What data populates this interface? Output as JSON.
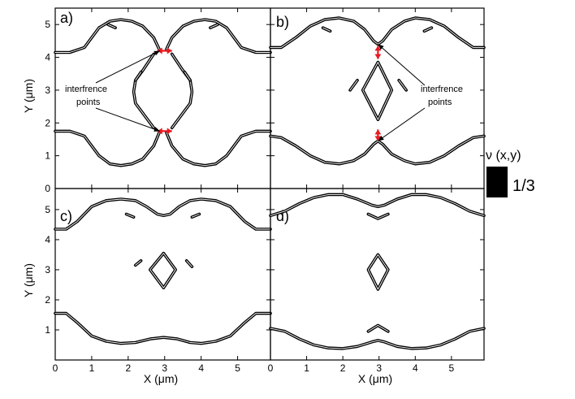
{
  "chart_data": [
    {
      "panel": "a)",
      "type": "line",
      "xlabel": "",
      "ylabel": "Y (μm)",
      "xlim": [
        0,
        5.9
      ],
      "ylim": [
        0,
        5.5
      ],
      "xticks": [
        0,
        1,
        2,
        3,
        4,
        5
      ],
      "yticks": [
        0,
        1,
        2,
        3,
        4,
        5
      ],
      "annotation": {
        "text_lines": [
          "interfrence",
          "points"
        ],
        "targets": [
          [
            2.87,
            4.2
          ],
          [
            2.87,
            1.75
          ]
        ]
      },
      "markers": [
        {
          "x": [
            2.8,
            3.2
          ],
          "y": [
            4.2,
            4.2
          ]
        },
        {
          "x": [
            2.8,
            3.2
          ],
          "y": [
            1.75,
            1.75
          ]
        }
      ],
      "series": [
        {
          "x": [
            0,
            0.4,
            0.8,
            1.2,
            1.5,
            1.8,
            2.1,
            2.4,
            2.7,
            2.85
          ],
          "y": [
            4.15,
            4.15,
            4.3,
            4.9,
            5.1,
            5.15,
            5.1,
            4.95,
            4.6,
            4.25
          ]
        },
        {
          "x": [
            3.05,
            3.2,
            3.5,
            3.8,
            4.1,
            4.4,
            4.7,
            5.1,
            5.5,
            5.9
          ],
          "y": [
            4.25,
            4.6,
            4.95,
            5.1,
            5.15,
            5.1,
            4.9,
            4.3,
            4.15,
            4.15
          ]
        },
        {
          "x": [
            0,
            0.4,
            0.8,
            1.2,
            1.5,
            1.8,
            2.1,
            2.4,
            2.7,
            2.85
          ],
          "y": [
            1.75,
            1.75,
            1.6,
            1.0,
            0.75,
            0.7,
            0.75,
            0.9,
            1.3,
            1.7
          ]
        },
        {
          "x": [
            3.05,
            3.2,
            3.5,
            3.8,
            4.1,
            4.4,
            4.7,
            5.1,
            5.5,
            5.9
          ],
          "y": [
            1.7,
            1.3,
            0.9,
            0.75,
            0.7,
            0.75,
            1.0,
            1.6,
            1.75,
            1.75
          ]
        },
        {
          "x": [
            2.7,
            2.4,
            2.2,
            2.15,
            2.2,
            2.4,
            2.7
          ],
          "y": [
            4.1,
            3.6,
            3.3,
            2.95,
            2.6,
            2.3,
            1.85
          ]
        },
        {
          "x": [
            3.2,
            3.5,
            3.7,
            3.75,
            3.7,
            3.5,
            3.2
          ],
          "y": [
            4.1,
            3.6,
            3.3,
            2.95,
            2.6,
            2.3,
            1.85
          ]
        },
        {
          "x": [
            1.45,
            1.65
          ],
          "y": [
            5.0,
            4.9
          ]
        },
        {
          "x": [
            4.25,
            4.45
          ],
          "y": [
            4.9,
            5.0
          ]
        },
        {
          "x": [
            2.2,
            2.35
          ],
          "y": [
            3.3,
            3.55
          ]
        },
        {
          "x": [
            3.55,
            3.7
          ],
          "y": [
            3.55,
            3.3
          ]
        }
      ]
    },
    {
      "panel": "b)",
      "type": "line",
      "xlabel": "",
      "ylabel": "",
      "xlim": [
        0,
        5.9
      ],
      "ylim": [
        0,
        5.5
      ],
      "xticks": [
        0,
        1,
        2,
        3,
        4,
        5
      ],
      "yticks": [
        0,
        1,
        2,
        3,
        4,
        5
      ],
      "annotation": {
        "text_lines": [
          "interfrence",
          "points"
        ],
        "targets": [
          [
            2.97,
            4.4
          ],
          [
            2.97,
            1.45
          ]
        ]
      },
      "markers": [
        {
          "x": [
            2.97,
            2.97
          ],
          "y": [
            3.95,
            4.35
          ]
        },
        {
          "x": [
            2.97,
            2.97
          ],
          "y": [
            1.45,
            1.8
          ]
        }
      ],
      "series": [
        {
          "x": [
            0,
            0.3,
            0.7,
            1.1,
            1.5,
            1.9,
            2.3,
            2.6,
            2.85,
            2.97,
            3.1,
            3.35,
            3.7,
            4.0,
            4.4,
            4.8,
            5.2,
            5.6,
            5.9
          ],
          "y": [
            4.3,
            4.3,
            4.6,
            4.95,
            5.15,
            5.2,
            5.1,
            4.85,
            4.5,
            4.4,
            4.5,
            4.85,
            5.1,
            5.2,
            5.15,
            4.95,
            4.6,
            4.3,
            4.3
          ]
        },
        {
          "x": [
            0,
            0.3,
            0.7,
            1.1,
            1.5,
            1.9,
            2.3,
            2.6,
            2.85,
            2.97,
            3.1,
            3.35,
            3.7,
            4.0,
            4.4,
            4.8,
            5.2,
            5.6,
            5.9
          ],
          "y": [
            1.6,
            1.55,
            1.3,
            1.0,
            0.8,
            0.75,
            0.85,
            1.05,
            1.35,
            1.45,
            1.35,
            1.05,
            0.85,
            0.75,
            0.8,
            1.0,
            1.3,
            1.55,
            1.6
          ]
        },
        {
          "x": [
            2.97,
            3.35,
            2.97,
            2.55,
            2.97
          ],
          "y": [
            3.85,
            3.0,
            2.1,
            3.0,
            3.85
          ]
        },
        {
          "x": [
            2.2,
            2.4
          ],
          "y": [
            3.0,
            3.3
          ]
        },
        {
          "x": [
            3.55,
            3.75
          ],
          "y": [
            3.3,
            3.0
          ]
        },
        {
          "x": [
            1.45,
            1.65
          ],
          "y": [
            4.9,
            4.8
          ]
        },
        {
          "x": [
            4.25,
            4.45
          ],
          "y": [
            4.8,
            4.9
          ]
        }
      ]
    },
    {
      "panel": "c)",
      "type": "line",
      "xlabel": "X (μm)",
      "ylabel": "Y (μm)",
      "xlim": [
        0,
        5.9
      ],
      "ylim": [
        0,
        5.7
      ],
      "xticks": [
        0,
        1,
        2,
        3,
        4,
        5
      ],
      "yticks": [
        1,
        2,
        3,
        4,
        5
      ],
      "series": [
        {
          "x": [
            0,
            0.3,
            0.6,
            1.0,
            1.4,
            1.8,
            2.2,
            2.5,
            2.8,
            2.97,
            3.15,
            3.4,
            3.7,
            4.0,
            4.4,
            4.8,
            5.2,
            5.5,
            5.9
          ],
          "y": [
            4.35,
            4.35,
            4.6,
            5.1,
            5.3,
            5.35,
            5.3,
            5.1,
            4.85,
            4.8,
            4.85,
            5.1,
            5.3,
            5.35,
            5.3,
            5.1,
            4.6,
            4.35,
            4.35
          ]
        },
        {
          "x": [
            0,
            0.3,
            0.6,
            1.0,
            1.4,
            1.8,
            2.2,
            2.6,
            2.97,
            3.35,
            3.7,
            4.0,
            4.4,
            4.8,
            5.2,
            5.5,
            5.9
          ],
          "y": [
            1.55,
            1.55,
            1.25,
            0.8,
            0.62,
            0.55,
            0.58,
            0.7,
            0.75,
            0.7,
            0.58,
            0.55,
            0.62,
            0.8,
            1.25,
            1.55,
            1.55
          ]
        },
        {
          "x": [
            2.97,
            3.3,
            2.97,
            2.6,
            2.97
          ],
          "y": [
            3.55,
            3.0,
            2.4,
            3.0,
            3.55
          ]
        },
        {
          "x": [
            2.2,
            2.35
          ],
          "y": [
            3.15,
            3.3
          ]
        },
        {
          "x": [
            3.6,
            3.75
          ],
          "y": [
            3.3,
            3.1
          ]
        },
        {
          "x": [
            1.95,
            2.15
          ],
          "y": [
            4.85,
            4.75
          ]
        },
        {
          "x": [
            3.75,
            3.95
          ],
          "y": [
            4.75,
            4.85
          ]
        }
      ]
    },
    {
      "panel": "d)",
      "type": "line",
      "xlabel": "X (μm)",
      "ylabel": "",
      "xlim": [
        0,
        5.9
      ],
      "ylim": [
        0,
        5.7
      ],
      "xticks": [
        0,
        1,
        2,
        3,
        4,
        5
      ],
      "yticks": [
        1,
        2,
        3,
        4,
        5
      ],
      "series": [
        {
          "x": [
            0,
            0.4,
            0.8,
            1.2,
            1.6,
            2.0,
            2.4,
            2.8,
            2.97,
            3.15,
            3.5,
            3.9,
            4.3,
            4.7,
            5.1,
            5.5,
            5.9
          ],
          "y": [
            4.8,
            4.95,
            5.2,
            5.4,
            5.5,
            5.5,
            5.35,
            5.15,
            5.1,
            5.15,
            5.35,
            5.5,
            5.5,
            5.4,
            5.2,
            4.95,
            4.8
          ]
        },
        {
          "x": [
            0,
            0.4,
            0.8,
            1.2,
            1.6,
            2.0,
            2.4,
            2.8,
            2.97,
            3.15,
            3.5,
            3.9,
            4.3,
            4.7,
            5.1,
            5.5,
            5.9
          ],
          "y": [
            1.05,
            0.95,
            0.7,
            0.5,
            0.4,
            0.38,
            0.45,
            0.6,
            0.65,
            0.6,
            0.45,
            0.38,
            0.4,
            0.5,
            0.7,
            0.95,
            1.05
          ]
        },
        {
          "x": [
            2.97,
            3.25,
            2.97,
            2.7,
            2.97
          ],
          "y": [
            3.5,
            3.0,
            2.35,
            3.0,
            3.5
          ]
        },
        {
          "x": [
            2.7,
            2.97,
            3.25
          ],
          "y": [
            4.85,
            4.7,
            4.85
          ]
        },
        {
          "x": [
            2.7,
            2.97,
            3.25
          ],
          "y": [
            0.95,
            1.15,
            0.95
          ]
        }
      ]
    }
  ],
  "colorbar": {
    "title": "ν (x,y)",
    "label": "1/3",
    "color": "#000000"
  },
  "colors": {
    "curve": "#000000",
    "marker": "#e8191f",
    "frame": "#000000",
    "background": "#ffffff"
  }
}
